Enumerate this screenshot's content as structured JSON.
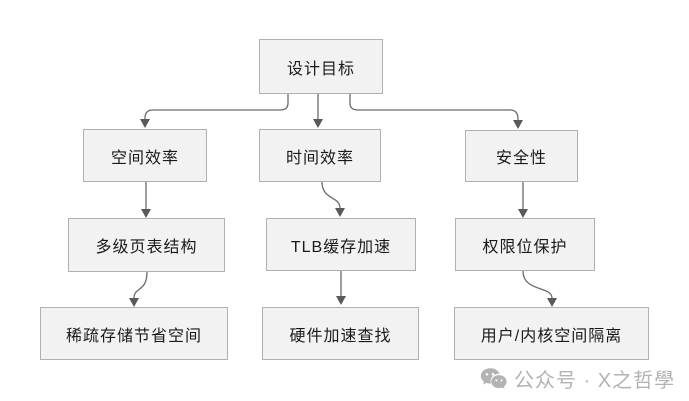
{
  "diagram": {
    "nodes": {
      "root": "设计目标",
      "space": "空间效率",
      "time": "时间效率",
      "security": "安全性",
      "multilevel_page_table": "多级页表结构",
      "tlb_cache": "TLB缓存加速",
      "permission_bits": "权限位保护",
      "sparse_storage": "稀疏存储节省空间",
      "hardware_lookup": "硬件加速查找",
      "user_kernel_isolation": "用户/内核空间隔离"
    },
    "edges": [
      {
        "from": "root",
        "to": "space"
      },
      {
        "from": "root",
        "to": "time"
      },
      {
        "from": "root",
        "to": "security"
      },
      {
        "from": "space",
        "to": "multilevel_page_table"
      },
      {
        "from": "time",
        "to": "tlb_cache"
      },
      {
        "from": "security",
        "to": "permission_bits"
      },
      {
        "from": "multilevel_page_table",
        "to": "sparse_storage"
      },
      {
        "from": "tlb_cache",
        "to": "hardware_lookup"
      },
      {
        "from": "permission_bits",
        "to": "user_kernel_isolation"
      }
    ]
  },
  "watermark": {
    "icon": "wechat-icon",
    "text": "公众号 · X之哲學"
  },
  "colors": {
    "background": "#ffffff",
    "node_fill": "#f2f2f2",
    "node_border": "#b0b0b0",
    "node_text": "#1a1a1a",
    "connector": "#6b6b6b",
    "arrowhead": "#595959",
    "watermark_text": "#b3b3b3"
  }
}
